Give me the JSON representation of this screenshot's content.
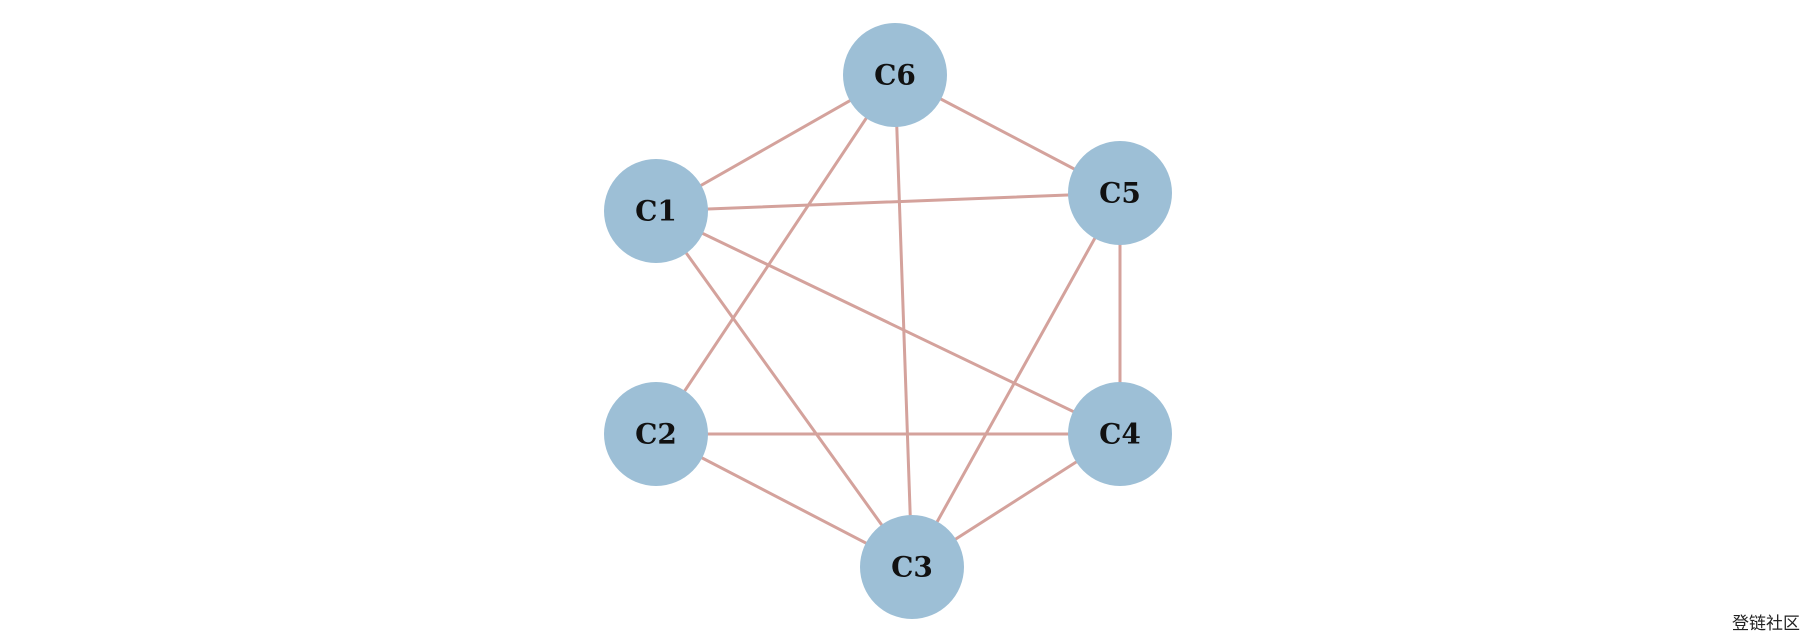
{
  "graph": {
    "nodes": [
      {
        "id": "C1",
        "label": "C1"
      },
      {
        "id": "C2",
        "label": "C2"
      },
      {
        "id": "C3",
        "label": "C3"
      },
      {
        "id": "C4",
        "label": "C4"
      },
      {
        "id": "C5",
        "label": "C5"
      },
      {
        "id": "C6",
        "label": "C6"
      }
    ],
    "edges": [
      [
        "C6",
        "C1"
      ],
      [
        "C6",
        "C5"
      ],
      [
        "C6",
        "C2"
      ],
      [
        "C6",
        "C3"
      ],
      [
        "C1",
        "C5"
      ],
      [
        "C1",
        "C4"
      ],
      [
        "C1",
        "C3"
      ],
      [
        "C5",
        "C4"
      ],
      [
        "C5",
        "C3"
      ],
      [
        "C2",
        "C4"
      ],
      [
        "C2",
        "C3"
      ],
      [
        "C4",
        "C3"
      ]
    ],
    "colors": {
      "node_fill": "#9dbfd6",
      "edge_stroke": "#d4a29c",
      "label_text": "#111111"
    }
  },
  "footer": {
    "watermark": "登链社区"
  }
}
